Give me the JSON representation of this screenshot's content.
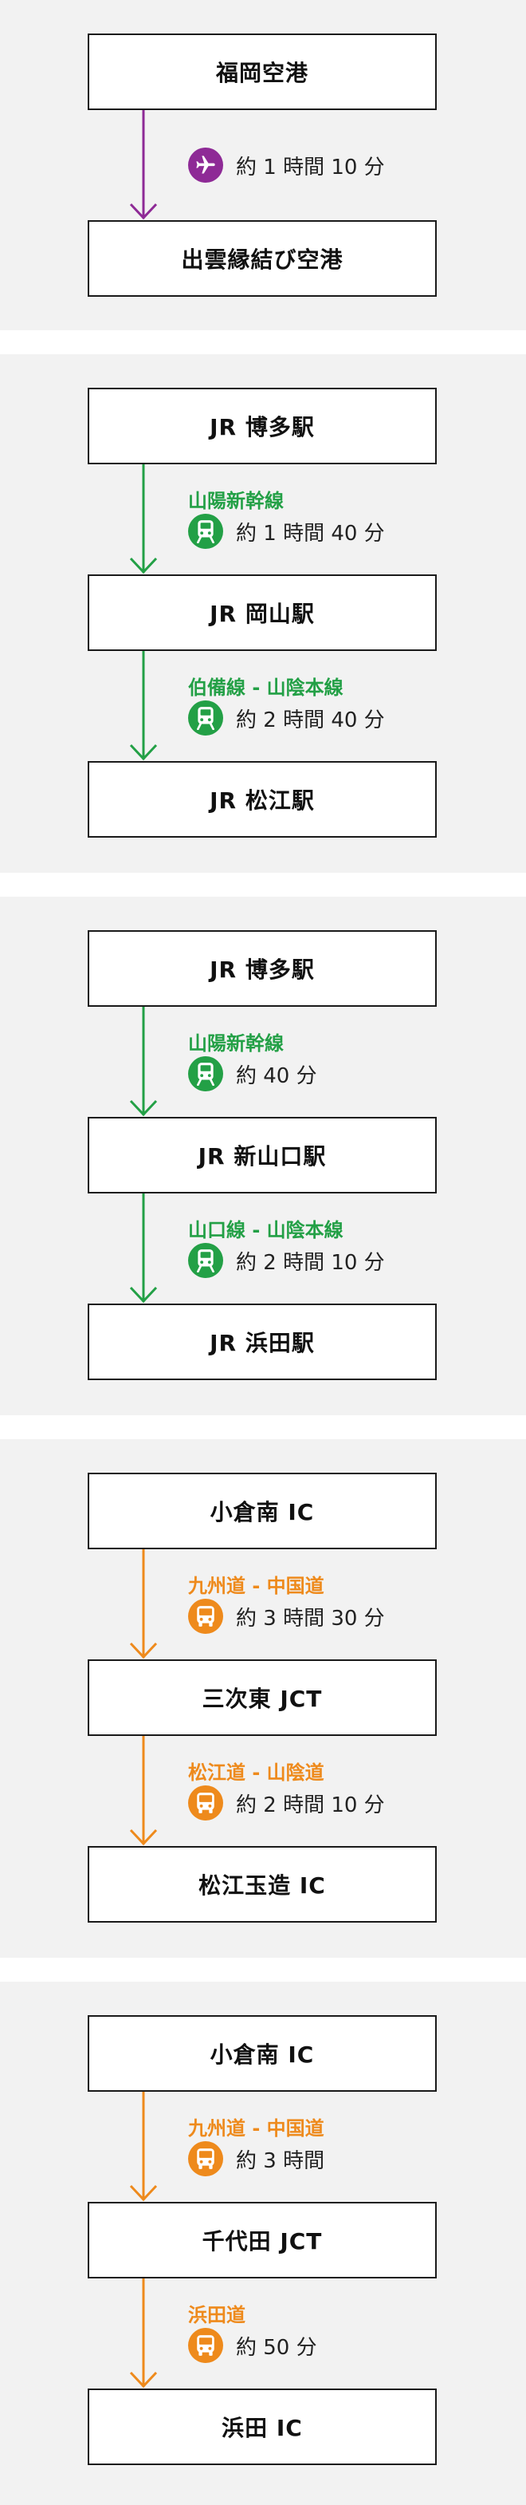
{
  "colors": {
    "plane": "#8e2a96",
    "train": "#23a046",
    "bus": "#ee8a1c",
    "section_bg": "#f2f2f2"
  },
  "routes": [
    {
      "stops": [
        "福岡空港",
        "出雲縁結び空港"
      ],
      "segments": [
        {
          "mode": "plane",
          "icon": "airplane-icon",
          "line": "",
          "duration": "約 1 時間 10 分"
        }
      ]
    },
    {
      "stops": [
        "JR 博多駅",
        "JR 岡山駅",
        "JR 松江駅"
      ],
      "segments": [
        {
          "mode": "train",
          "icon": "train-icon",
          "line": "山陽新幹線",
          "duration": "約 1 時間 40 分"
        },
        {
          "mode": "train",
          "icon": "train-icon",
          "line": "伯備線 - 山陰本線",
          "duration": "約 2 時間 40 分"
        }
      ]
    },
    {
      "stops": [
        "JR 博多駅",
        "JR 新山口駅",
        "JR 浜田駅"
      ],
      "segments": [
        {
          "mode": "train",
          "icon": "train-icon",
          "line": "山陽新幹線",
          "duration": "約 40 分"
        },
        {
          "mode": "train",
          "icon": "train-icon",
          "line": "山口線 - 山陰本線",
          "duration": "約 2 時間 10 分"
        }
      ]
    },
    {
      "stops": [
        "小倉南 IC",
        "三次東 JCT",
        "松江玉造 IC"
      ],
      "segments": [
        {
          "mode": "bus",
          "icon": "bus-icon",
          "line": "九州道 - 中国道",
          "duration": "約 3 時間 30 分"
        },
        {
          "mode": "bus",
          "icon": "bus-icon",
          "line": "松江道 - 山陰道",
          "duration": "約 2 時間 10 分"
        }
      ]
    },
    {
      "stops": [
        "小倉南 IC",
        "千代田 JCT",
        "浜田 IC"
      ],
      "segments": [
        {
          "mode": "bus",
          "icon": "bus-icon",
          "line": "九州道 - 中国道",
          "duration": "約 3 時間"
        },
        {
          "mode": "bus",
          "icon": "bus-icon",
          "line": "浜田道",
          "duration": "約 50 分"
        }
      ]
    }
  ]
}
